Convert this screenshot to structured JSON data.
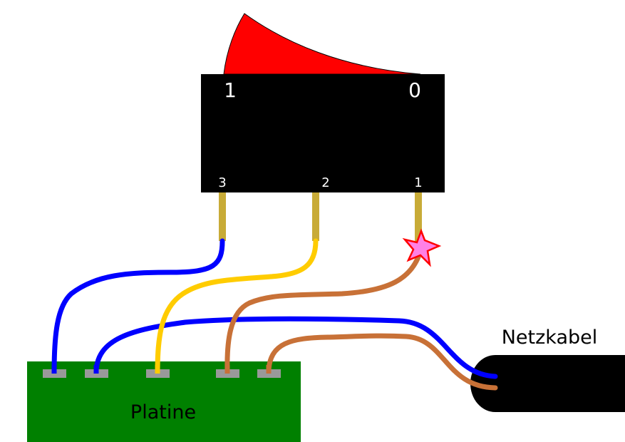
{
  "switch": {
    "position_on": "1",
    "position_off": "0",
    "pins": [
      "3",
      "2",
      "1"
    ],
    "body_color": "#000000",
    "rocker_color": "#ff0000"
  },
  "board": {
    "label": "Platine",
    "color": "#008000",
    "pad_color": "#999999"
  },
  "cable": {
    "label": "Netzkabel",
    "color": "#000000"
  },
  "wire_colors": {
    "blue": "#0000ff",
    "yellow": "#ffcc00",
    "brown": "#c87137",
    "pin_gold": "#c8ab37"
  },
  "marker": {
    "icon": "star-icon",
    "fill": "#ff80e5",
    "stroke": "#ff0000"
  }
}
